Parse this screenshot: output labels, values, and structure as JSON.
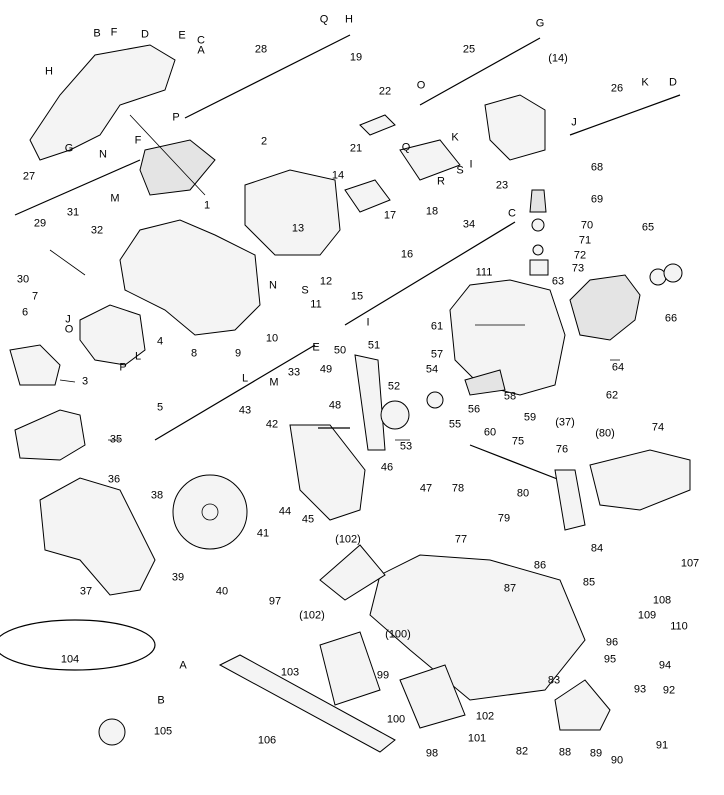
{
  "labels": [
    "1",
    "2",
    "3",
    "4",
    "5",
    "6",
    "7",
    "8",
    "9",
    "10",
    "11",
    "12",
    "13",
    "14",
    "15",
    "16",
    "17",
    "18",
    "19",
    "21",
    "22",
    "23",
    "25",
    "26",
    "27",
    "28",
    "29",
    "30",
    "31",
    "32",
    "33",
    "34",
    "35",
    "36",
    "37",
    "38",
    "39",
    "40",
    "41",
    "42",
    "43",
    "44",
    "45",
    "46",
    "47",
    "48",
    "49",
    "50",
    "51",
    "52",
    "53",
    "54",
    "55",
    "56",
    "57",
    "58",
    "59",
    "60",
    "61",
    "62",
    "63",
    "64",
    "65",
    "66",
    "68",
    "69",
    "70",
    "71",
    "72",
    "73",
    "74",
    "75",
    "76",
    "77",
    "78",
    "79",
    "80",
    "82",
    "83",
    "84",
    "85",
    "86",
    "87",
    "88",
    "89",
    "90",
    "91",
    "92",
    "93",
    "94",
    "95",
    "96",
    "97",
    "98",
    "99",
    "100",
    "101",
    "102",
    "103",
    "104",
    "105",
    "106",
    "107",
    "108",
    "109",
    "110",
    "111",
    "(14)",
    "(37)",
    "(80)",
    "(100)",
    "(102)",
    "(102)"
  ],
  "letters": [
    "H",
    "B",
    "F",
    "D",
    "E",
    "C",
    "A",
    "G",
    "Q",
    "H",
    "G",
    "O",
    "K",
    "D",
    "J",
    "P",
    "N",
    "F",
    "M",
    "J",
    "O",
    "L",
    "P",
    "N",
    "S",
    "Q",
    "K",
    "S",
    "I",
    "R",
    "C",
    "I",
    "E",
    "L",
    "M",
    "A",
    "B"
  ]
}
